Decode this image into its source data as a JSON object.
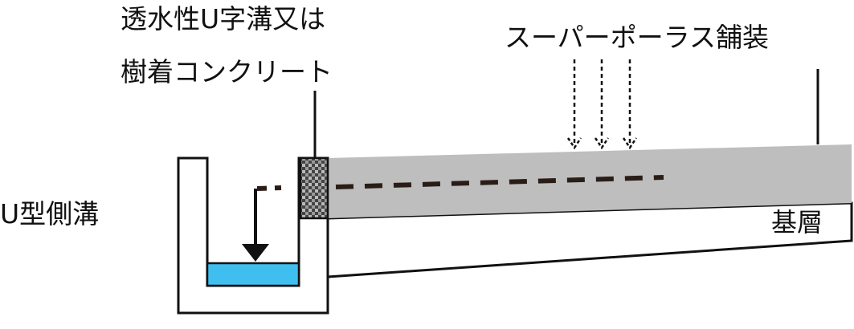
{
  "labels": {
    "permeable_gutter_line1": "透水性U字溝又は",
    "permeable_gutter_line2": "樹着コンクリート",
    "u_shaped_side_ditch": "U型側溝",
    "super_porous_pavement": "スーパーポーラス舗装",
    "base_layer": "基層"
  },
  "colors": {
    "pavement_fill": "#bebebe",
    "water_fill": "#3fbff0",
    "line": "#111111",
    "dash": "#2a1d18",
    "background": "#ffffff"
  }
}
